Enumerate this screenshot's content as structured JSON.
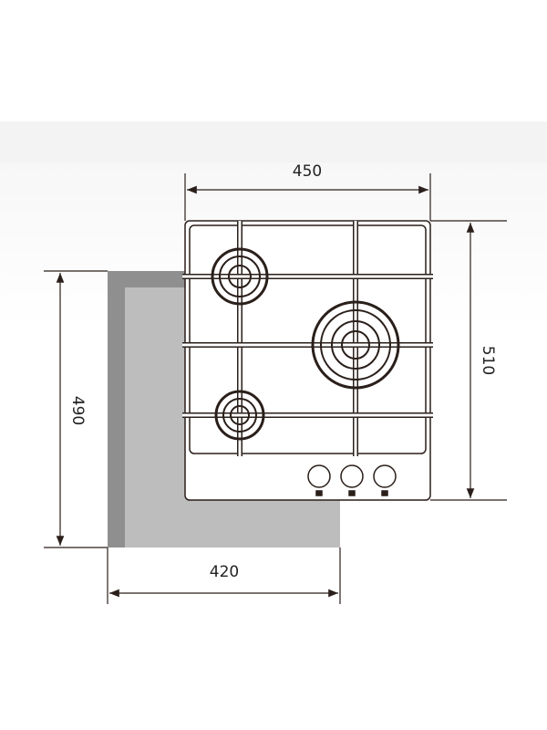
{
  "dimensions": {
    "hob_width": "450",
    "hob_depth": "510",
    "cutout_width": "420",
    "cutout_depth": "490"
  },
  "colors": {
    "line": "#2a1f1a",
    "cutout_fill": "#bdbdbd",
    "cutout_edge": "#8f8f8f"
  }
}
